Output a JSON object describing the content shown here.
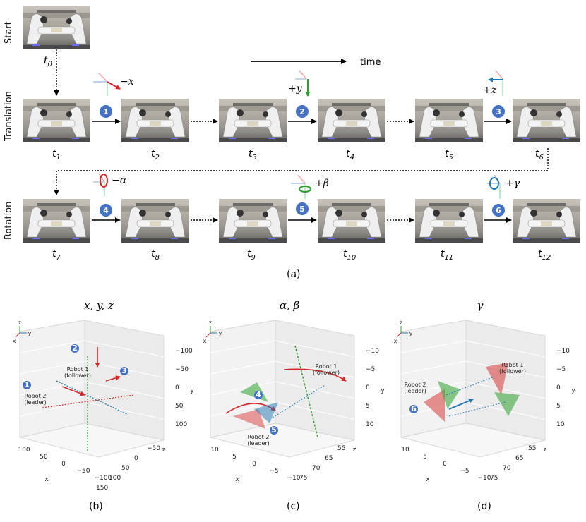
{
  "row_labels": [
    "Start",
    "Translation",
    "Rotation"
  ],
  "time_label": "time",
  "frames": {
    "start": {
      "sym": "t",
      "sub": "0"
    },
    "translation": [
      {
        "sym": "t",
        "sub": "1"
      },
      {
        "sym": "t",
        "sub": "2"
      },
      {
        "sym": "t",
        "sub": "3"
      },
      {
        "sym": "t",
        "sub": "4"
      },
      {
        "sym": "t",
        "sub": "5"
      },
      {
        "sym": "t",
        "sub": "6"
      }
    ],
    "rotation": [
      {
        "sym": "t",
        "sub": "7"
      },
      {
        "sym": "t",
        "sub": "8"
      },
      {
        "sym": "t",
        "sub": "9"
      },
      {
        "sym": "t",
        "sub": "10"
      },
      {
        "sym": "t",
        "sub": "11"
      },
      {
        "sym": "t",
        "sub": "12"
      }
    ]
  },
  "steps": [
    {
      "num": "1",
      "label": "−x"
    },
    {
      "num": "2",
      "label": "+y"
    },
    {
      "num": "3",
      "label": "+z"
    },
    {
      "num": "4",
      "label": "−α"
    },
    {
      "num": "5",
      "label": "+β"
    },
    {
      "num": "6",
      "label": "+γ"
    }
  ],
  "captions": [
    "(a)",
    "(b)",
    "(c)",
    "(d)"
  ],
  "colors": {
    "badge": "#4472c4",
    "red": "#d62728",
    "green": "#2ca02c",
    "blue": "#1f77b4",
    "grid": "#d8d8d8",
    "pane": "#f2f2f2",
    "robot_bg": "#b7b1a8"
  },
  "plots": [
    {
      "title": "x, y, z",
      "labels": {
        "robot1": [
          "Robot 1",
          "(follower)"
        ],
        "robot2": [
          "Robot 2",
          "(leader)"
        ]
      },
      "axis_names": {
        "x": "x",
        "y": "y",
        "z": "z"
      },
      "x_ticks": [
        "100",
        "50",
        "0",
        "−50",
        "−100"
      ],
      "y_ticks": [
        "−100",
        "−50",
        "0",
        "50",
        "100"
      ],
      "z_ticks": [
        "−50",
        "0",
        "50",
        "100",
        "150"
      ],
      "badges": [
        "1",
        "2",
        "3"
      ]
    },
    {
      "title": "α, β",
      "labels": {
        "robot1": [
          "Robot 1",
          "(follower)"
        ],
        "robot2": [
          "Robot 2",
          "(leader)"
        ]
      },
      "axis_names": {
        "x": "x",
        "y": "y",
        "z": "z"
      },
      "x_ticks": [
        "10",
        "5",
        "0",
        "−5",
        "−10"
      ],
      "y_ticks": [
        "−10",
        "−5",
        "0",
        "5",
        "10"
      ],
      "z_ticks": [
        "55",
        "65",
        "70",
        "75"
      ],
      "badges": [
        "4",
        "5"
      ]
    },
    {
      "title": "γ",
      "labels": {
        "robot1": [
          "Robot 1",
          "(follower)"
        ],
        "robot2": [
          "Robot 2",
          "(leader)"
        ]
      },
      "axis_names": {
        "x": "x",
        "y": "y",
        "z": "z"
      },
      "x_ticks": [
        "10",
        "5",
        "0",
        "−5",
        "−10"
      ],
      "y_ticks": [
        "−10",
        "−5",
        "0",
        "5",
        "10"
      ],
      "z_ticks": [
        "55",
        "65",
        "70",
        "75"
      ],
      "badges": [
        "6"
      ]
    }
  ],
  "mini_axes": [
    "z",
    "x",
    "y"
  ]
}
